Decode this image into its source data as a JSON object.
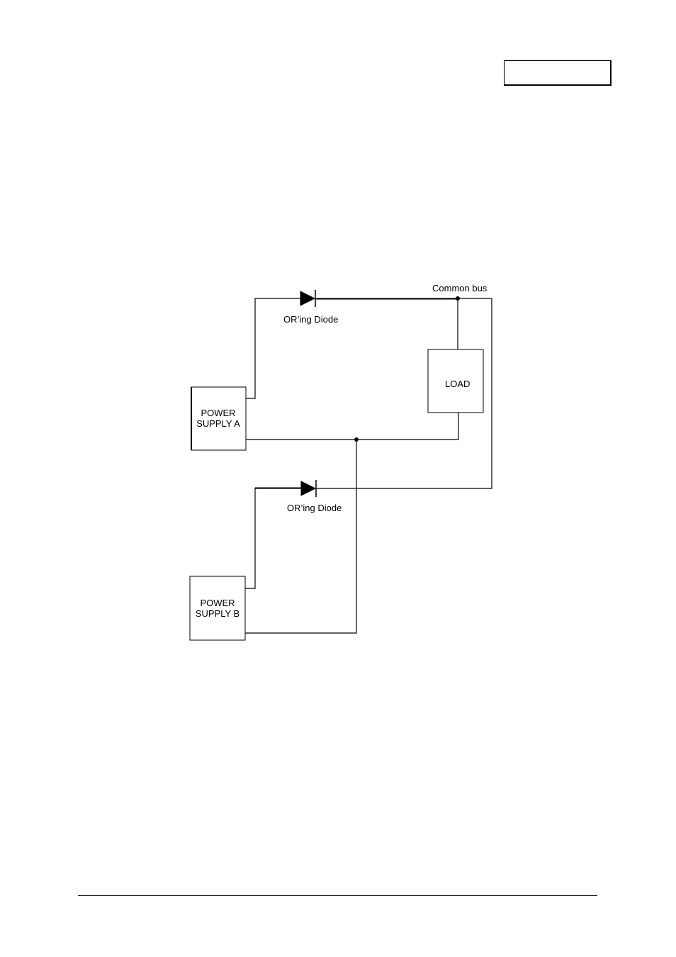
{
  "header_box_text": "",
  "diagram": {
    "common_bus_label": "Common bus",
    "diode_a_label": "OR’ing Diode",
    "diode_b_label": "OR’ing Diode",
    "load_label": "LOAD",
    "supply_a": {
      "line1": "POWER",
      "line2": "SUPPLY A"
    },
    "supply_b": {
      "line1": "POWER",
      "line2": "SUPPLY B"
    }
  }
}
